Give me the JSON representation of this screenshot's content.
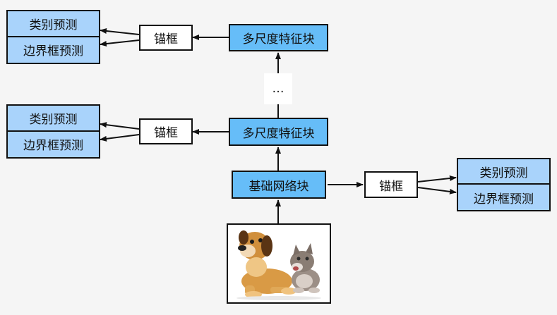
{
  "labels": {
    "class_pred": "类别预测",
    "bbox_pred": "边界框预测",
    "anchor": "锚框",
    "multiscale_block": "多尺度特征块",
    "base_block": "基础网络块",
    "ellipsis": "…"
  },
  "colors": {
    "feature_block": "#66bdf8",
    "prediction": "#a9d3fb",
    "background": "#f5f5f5"
  },
  "image": {
    "description_icon": "dog-and-cat-photo"
  }
}
